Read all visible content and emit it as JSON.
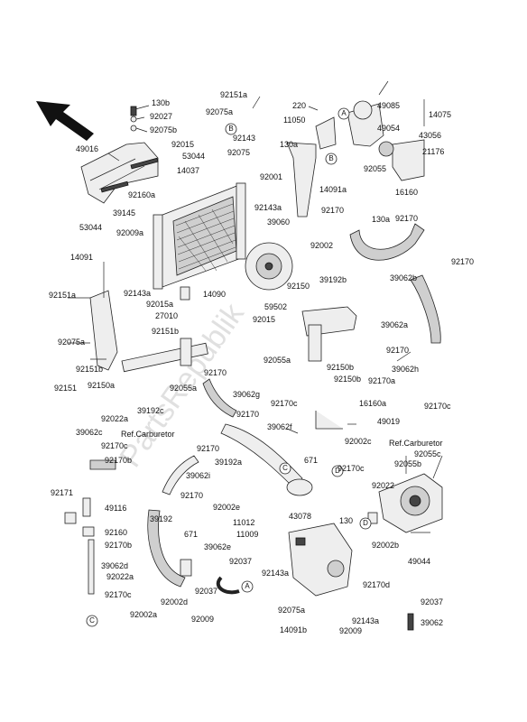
{
  "diagram": {
    "refs": [
      "A",
      "B",
      "C",
      "D"
    ],
    "ref_carburetor": "Ref.Carburetor",
    "watermark": "PartsRepublik",
    "parts": {
      "p130b": "130b",
      "p92027": "92027",
      "p92075b": "92075b",
      "p92151a_top": "92151a",
      "p92075a_top": "92075a",
      "p220": "220",
      "p49085": "49085",
      "p14075": "14075",
      "p49016": "49016",
      "p11050": "11050",
      "p49054": "49054",
      "p43056": "43056",
      "p92015_top": "92015",
      "p92143_top": "92143",
      "p130a_top": "130a",
      "p21176": "21176",
      "p53044_top": "53044",
      "p92075_mid": "92075",
      "p14037": "14037",
      "p92001": "92001",
      "p92055": "92055",
      "p16160": "16160",
      "p92160a": "92160a",
      "p39145": "39145",
      "p14091a": "14091a",
      "p92143a_mid": "92143a",
      "p39060": "39060",
      "p92170_r1": "92170",
      "p130a_mid": "130a",
      "p53044_left": "53044",
      "p92009a": "92009a",
      "p92170_r2": "92170",
      "p92002_mid": "92002",
      "p92170_r3": "92170",
      "p14091": "14091",
      "p39062b": "39062b",
      "p92151a_left": "92151a",
      "p92143a_left": "92143a",
      "p92015a": "92015a",
      "p14090": "14090",
      "p92150": "92150",
      "p39192b": "39192b",
      "p27010": "27010",
      "p59502": "59502",
      "p92015_mid": "92015",
      "p39062a": "39062a",
      "p92075a_left": "92075a",
      "p92151b_a": "92151b",
      "p92055a_mid": "92055a",
      "p92170_r4": "92170",
      "p92150b_a": "92150b",
      "p39062h": "39062h",
      "p92151b_b": "92151b",
      "p92170_c1": "92170",
      "p92150b_b": "92150b",
      "p92170a": "92170a",
      "p92151": "92151",
      "p92150a": "92150a",
      "p92055a_low": "92055a",
      "p39062g": "39062g",
      "p92170c_a": "92170c",
      "p16160a": "16160a",
      "p92170c_r": "92170c",
      "p92022a_a": "92022a",
      "p39192c": "39192c",
      "p92170_c2": "92170",
      "p39062f": "39062f",
      "p49019": "49019",
      "p39062c": "39062c",
      "p92002c": "92002c",
      "p92170c_b": "92170c",
      "p92170_c3": "92170",
      "p39192a": "39192a",
      "p671_a": "671",
      "p92055c": "92055c",
      "p92170b_a": "92170b",
      "p39062i": "39062i",
      "p92170c_c": "92170c",
      "p92055b": "92055b",
      "p92171": "92171",
      "p92170_c4": "92170",
      "p49116": "49116",
      "p92002e": "92002e",
      "p92022_r": "92022",
      "p39192": "39192",
      "p11012": "11012",
      "p43078": "43078",
      "p130_r": "130",
      "p11009": "11009",
      "p92160": "92160",
      "p671_b": "671",
      "p92170b_b": "92170b",
      "p92002b": "92002b",
      "p92062d": "39062d",
      "p39062e": "39062e",
      "p49044": "49044",
      "p92037_a": "92037",
      "p92022a_b": "92022a",
      "p92143a_low": "92143a",
      "p92170c_d": "92170c",
      "p92002d": "92002d",
      "p92037_b": "92037",
      "p92170d": "92170d",
      "p92002a": "92002a",
      "p92075a_low": "92075a",
      "p92037_c": "92037",
      "p92009": "92009",
      "p92143a_bot": "92143a",
      "p14091b": "14091b",
      "p92009_b": "92009",
      "p39062_bot": "39062"
    }
  }
}
